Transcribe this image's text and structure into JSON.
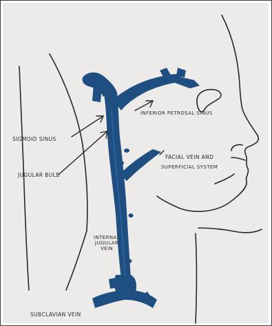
{
  "labels": {
    "sigmoid_sinus": "Sigmoid sinus",
    "inferior_petrosal_sinus": "Inferior petrosal sinus",
    "jugular_bulb": "Jugular bulb",
    "facial_vein": "Facial vein and",
    "superficial_system": "superficial system",
    "internal_jugular_vein": [
      "Internal",
      "jugular",
      "vein"
    ],
    "subclavian_vein": "Subclavian vein"
  },
  "colors": {
    "vein": "#1f4e80",
    "vein_highlight": "#3a78b8",
    "ink": "#262626",
    "paper": "#ecebe9"
  }
}
